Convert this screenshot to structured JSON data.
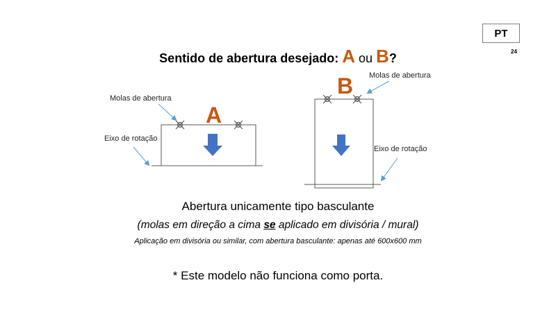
{
  "lang": "PT",
  "page_number": "24",
  "title": {
    "prefix": "Sentido de abertura desejado: ",
    "option_a": "A",
    "connector": " ou ",
    "option_b": "B",
    "suffix": "?"
  },
  "diagram_a": {
    "letter": "A",
    "springs_label": "Molas de abertura",
    "axis_label": "Eixo de rotação"
  },
  "diagram_b": {
    "letter": "B",
    "springs_label": "Molas de abertura",
    "axis_label": "Eixo de rotação"
  },
  "text": {
    "line1": "Abertura unicamente tipo basculante",
    "line2_before": "(molas em direção a cima ",
    "line2_emphasis": "se",
    "line2_after": " aplicado em divisória / mural)",
    "line3": "Aplicação em divisória ou similar, com abertura basculante: apenas até  600x600 mm",
    "line4": "* Este modelo não funciona como porta."
  },
  "colors": {
    "accent_letter": "#c55a11",
    "arrow_fill": "#4472c4",
    "pointer_line": "#5b9bd5",
    "panel_stroke": "#595959"
  }
}
